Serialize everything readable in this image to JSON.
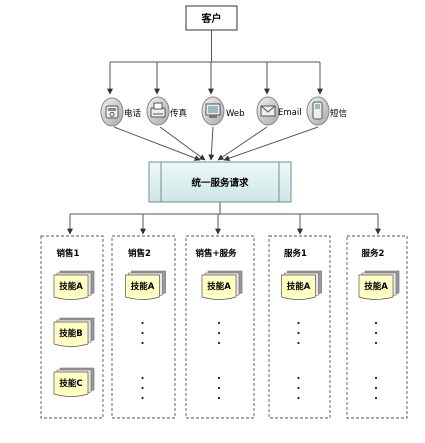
{
  "customer": {
    "label": "客户"
  },
  "channels": [
    {
      "label": "电话",
      "icon": "phone-icon"
    },
    {
      "label": "传真",
      "icon": "fax-icon"
    },
    {
      "label": "Web",
      "icon": "web-icon"
    },
    {
      "label": "Email",
      "icon": "email-icon"
    },
    {
      "label": "短信",
      "icon": "sms-icon"
    }
  ],
  "unified_request": {
    "label": "统一服务请求"
  },
  "groups": [
    {
      "title": "销售1",
      "skills": [
        "技能A",
        "技能B",
        "技能C"
      ],
      "has_ellipsis": false
    },
    {
      "title": "销售2",
      "skills": [
        "技能A"
      ],
      "has_ellipsis": true
    },
    {
      "title": "销售+服务",
      "skills": [
        "技能A"
      ],
      "has_ellipsis": true
    },
    {
      "title": "服务1",
      "skills": [
        "技能A"
      ],
      "has_ellipsis": true
    },
    {
      "title": "服务2",
      "skills": [
        "技能A"
      ],
      "has_ellipsis": true
    }
  ],
  "colors": {
    "request_box_fill": "#dcefee",
    "request_box_stroke": "#6e8f9a",
    "skill_doc_fill": "#ffffc4",
    "skill_shadow": "#9a9a9a",
    "icon_fill": "#d6d6d6",
    "line": "#555555"
  }
}
